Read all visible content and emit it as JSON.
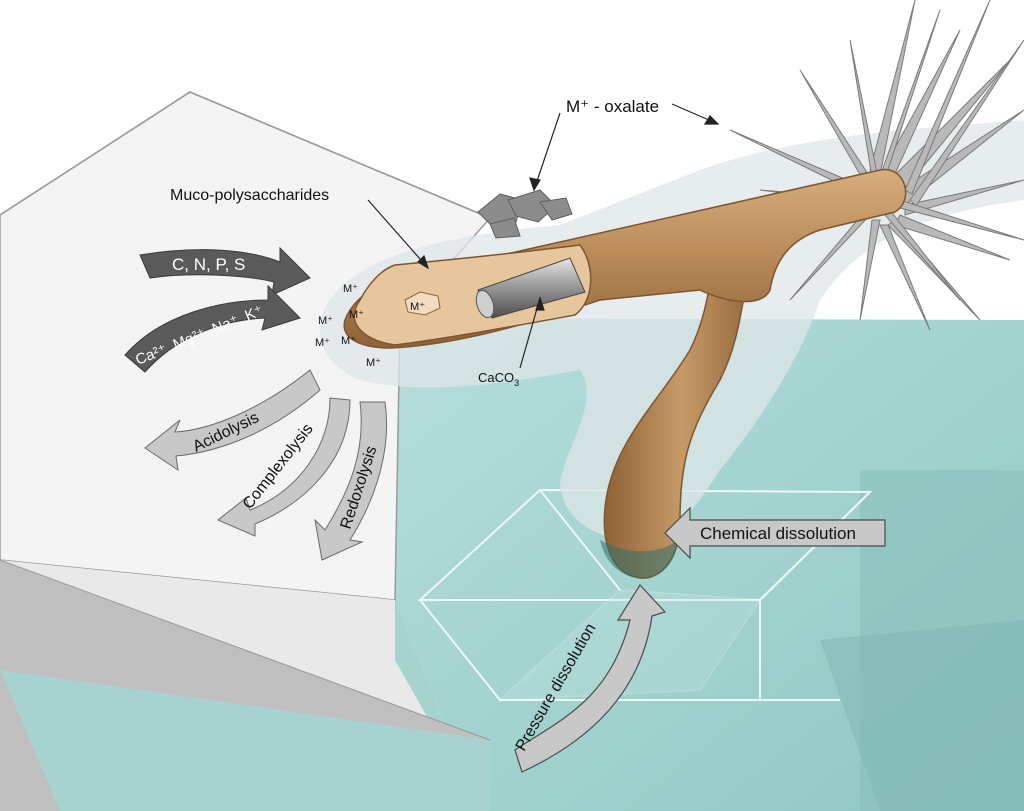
{
  "labels": {
    "oxalate": "M⁺ - oxalate",
    "muco": "Muco-polysaccharides",
    "caco3_main": "CaCO",
    "caco3_sub": "3",
    "m_ion": "M⁺",
    "chemical": "Chemical dissolution",
    "pressure": "Pressure dissolution"
  },
  "arrows": {
    "nutrients": "C, N, P, S",
    "cations": "Ca²⁺, Mg²⁺, Na⁺, K⁺",
    "acidolysis": "Acidolysis",
    "complexolysis": "Complexolysis",
    "redoxolysis": "Redoxolysis"
  },
  "colors": {
    "hypha": "#b88a58",
    "hypha_dark": "#8d6236",
    "mineral_teal": "#a9d6d3",
    "block_white": "#f4f4f4",
    "arrow_dark": "#5a5a5a",
    "arrow_light": "#c8c8c8"
  }
}
